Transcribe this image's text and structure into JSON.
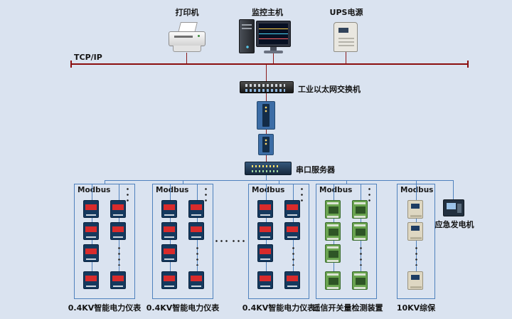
{
  "page": {
    "background": "#dae3f0"
  },
  "colors": {
    "backbone_line": "#8b0f0f",
    "field_bus_line": "#4f81bd"
  },
  "network": {
    "backbone_label": "TCP/IP"
  },
  "devices": {
    "printer": {
      "label": "打印机"
    },
    "host": {
      "label": "监控主机"
    },
    "ups": {
      "label": "UPS电源"
    },
    "switch": {
      "label": "工业以太网交换机"
    },
    "serial_server": {
      "label": "串口服务器"
    },
    "generator": {
      "label": "应急发电机"
    }
  },
  "buses": [
    {
      "protocol": "Modbus",
      "label": "0.4KV智能电力仪表",
      "device": "smart-power-meter"
    },
    {
      "protocol": "Modbus",
      "label": "0.4KV智能电力仪表",
      "device": "smart-power-meter"
    },
    {
      "protocol": "Modbus",
      "label": "0.4KV智能电力仪表",
      "device": "smart-power-meter"
    },
    {
      "protocol": "Modbus",
      "label": "遥信开关量检测装置",
      "device": "remote-signal-io-module"
    },
    {
      "protocol": "Modbus",
      "label": "10KV综保",
      "device": "protection-relay"
    }
  ]
}
